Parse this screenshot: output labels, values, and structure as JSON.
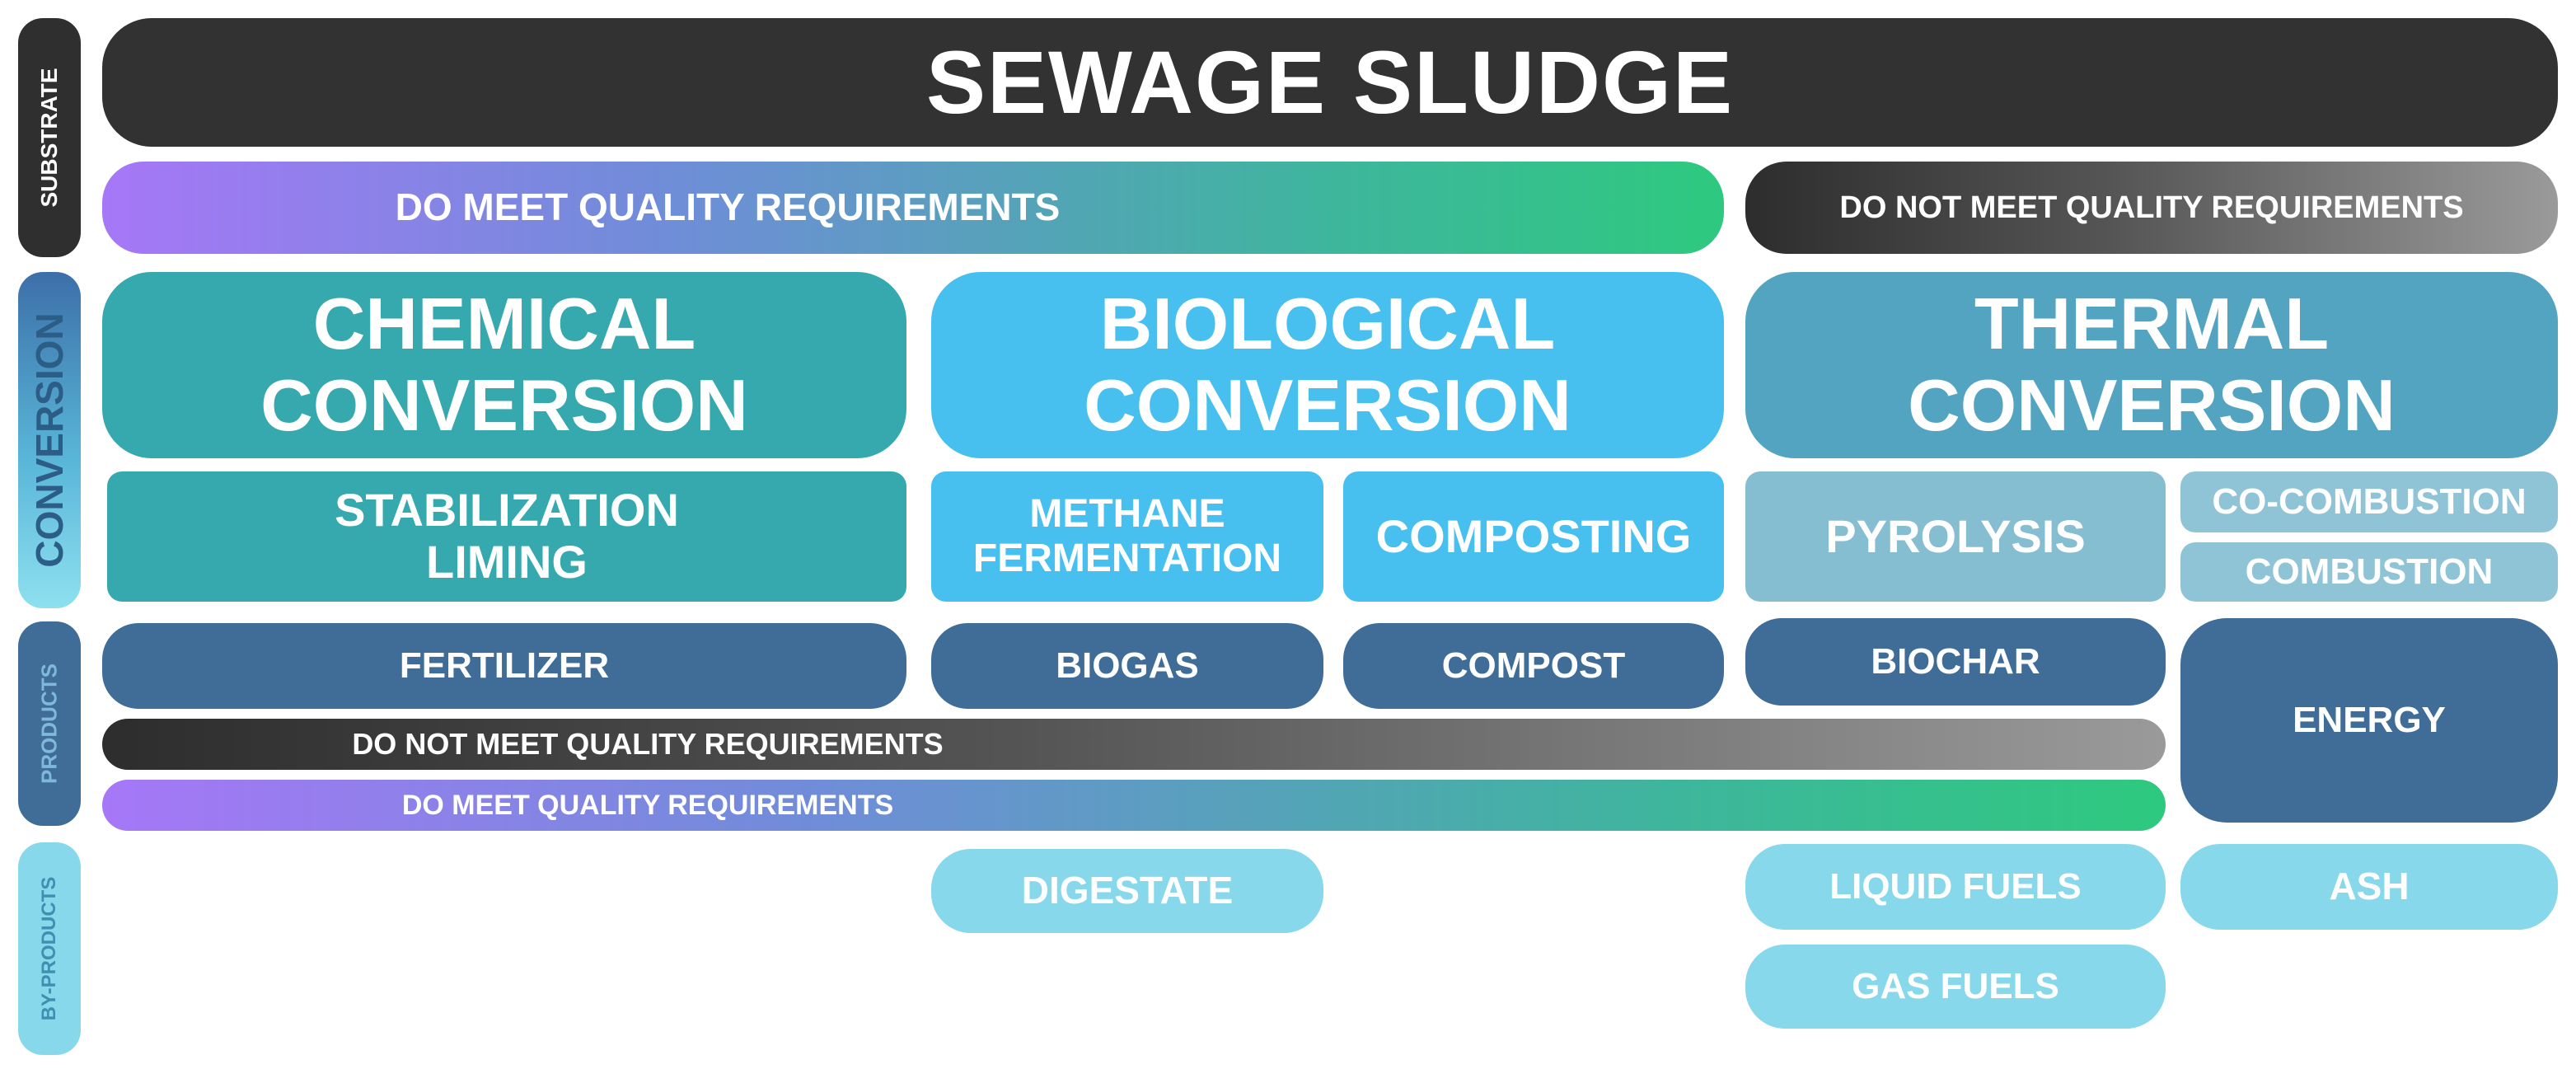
{
  "side_labels": {
    "substrate": "SUBSTRATE",
    "conversion": "CONVERSION",
    "products": "PRODUCTS",
    "by_products": "BY-PRODUCTS"
  },
  "substrate": {
    "title": "SEWAGE SLUDGE"
  },
  "quality": {
    "do_meet": "DO  MEET QUALITY REQUIREMENTS",
    "do_not_meet": "DO NOT MEET QUALITY REQUIREMENTS"
  },
  "conversion": {
    "chemical": {
      "line1": "CHEMICAL",
      "line2": "CONVERSION"
    },
    "biological": {
      "line1": "BIOLOGICAL",
      "line2": "CONVERSION"
    },
    "thermal": {
      "line1": "THERMAL",
      "line2": "CONVERSION"
    }
  },
  "processes": {
    "stabilization": {
      "line1": "STABILIZATION",
      "line2": "LIMING"
    },
    "methane": {
      "line1": "METHANE",
      "line2": "FERMENTATION"
    },
    "composting": "COMPOSTING",
    "pyrolysis": "PYROLYSIS",
    "co_combustion": "CO-COMBUSTION",
    "combustion": "COMBUSTION"
  },
  "products": {
    "fertilizer": "FERTILIZER",
    "biogas": "BIOGAS",
    "compost": "COMPOST",
    "biochar": "BIOCHAR",
    "energy": "ENERGY",
    "do_not_meet": "DO NOT MEET QUALITY REQUIREMENTS",
    "do_meet": "DO  MEET QUALITY REQUIREMENTS"
  },
  "by_products": {
    "digestate": "DIGESTATE",
    "liquid_fuels": "LIQUID FUELS",
    "gas_fuels": "GAS FUELS",
    "ash": "ASH"
  },
  "colors": {
    "dark": "#333333",
    "teal": "#35a9ae",
    "sky": "#47c0ef",
    "steel": "#52a4c0",
    "navy": "#3f6d97",
    "light": "#86d8ea",
    "gradient_purple": "#a677f7",
    "gradient_green": "#2ec97f"
  }
}
